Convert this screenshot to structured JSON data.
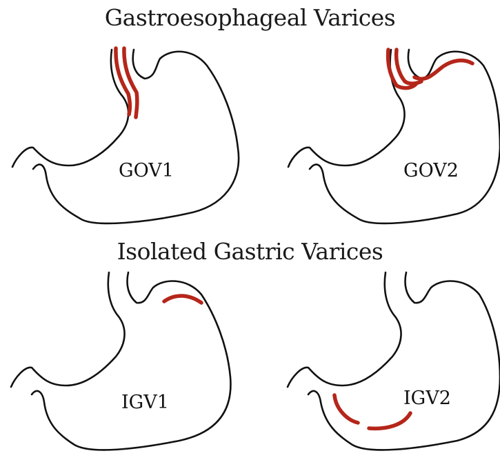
{
  "titles": {
    "top": "Gastroesophageal Varices",
    "bottom": "Isolated Gastric Varices"
  },
  "colors": {
    "varix": "#b5261a",
    "outline": "#111111"
  },
  "panels": [
    {
      "id": "gov1",
      "label": "GOV1"
    },
    {
      "id": "gov2",
      "label": "GOV2"
    },
    {
      "id": "igv1",
      "label": "IGV1"
    },
    {
      "id": "igv2",
      "label": "IGV2"
    }
  ]
}
